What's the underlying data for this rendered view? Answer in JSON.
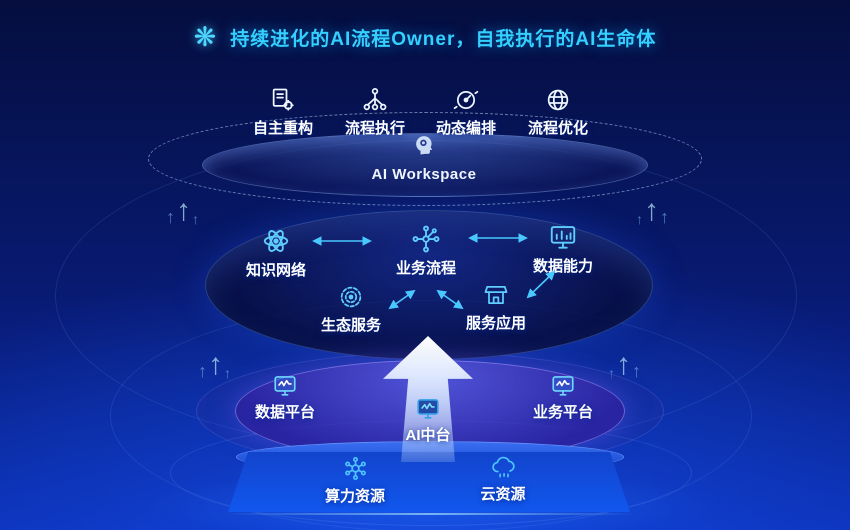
{
  "title": {
    "text": "持续进化的AI流程Owner，自我执行的AI生命体",
    "icon": "sparkle-flower-icon"
  },
  "workspace": {
    "label": "AI Workspace",
    "center_icon": "ai-head-icon",
    "items": [
      {
        "label": "自主重构",
        "icon": "self-refactor-icon"
      },
      {
        "label": "流程执行",
        "icon": "process-execution-icon"
      },
      {
        "label": "动态编排",
        "icon": "dynamic-orchestration-icon"
      },
      {
        "label": "流程优化",
        "icon": "process-optimization-icon"
      }
    ]
  },
  "capability": {
    "top": [
      {
        "label": "知识网络",
        "icon": "knowledge-atom-icon"
      },
      {
        "label": "业务流程",
        "icon": "business-flow-icon"
      },
      {
        "label": "数据能力",
        "icon": "data-chart-icon"
      }
    ],
    "bottom": [
      {
        "label": "生态服务",
        "icon": "eco-service-icon"
      },
      {
        "label": "服务应用",
        "icon": "service-app-icon"
      }
    ]
  },
  "platforms": {
    "items": [
      {
        "label": "数据平台",
        "icon": "data-platform-icon"
      },
      {
        "label": "AI中台",
        "icon": "ai-middle-platform-icon"
      },
      {
        "label": "业务平台",
        "icon": "business-platform-icon"
      }
    ]
  },
  "resources": {
    "items": [
      {
        "label": "算力资源",
        "icon": "compute-resource-icon"
      },
      {
        "label": "云资源",
        "icon": "cloud-resource-icon"
      }
    ]
  },
  "colors": {
    "accent": "#34d0ff",
    "bg_top": "#050e3e",
    "bg_bottom": "#0b2fb4",
    "arrow": "#49c8ff",
    "platform_purple": "#5a4ae0"
  }
}
